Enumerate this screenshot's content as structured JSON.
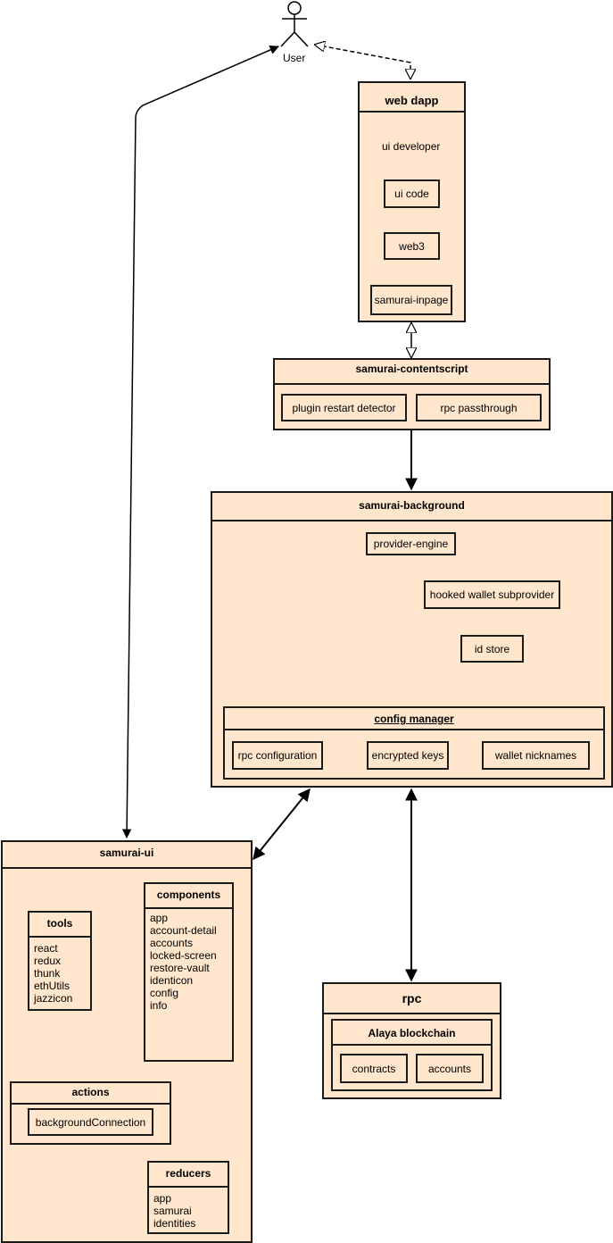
{
  "user": {
    "label": "User"
  },
  "web_dapp": {
    "title": "web dapp",
    "ui_developer": "ui developer",
    "items": [
      "ui code",
      "web3",
      "samurai-inpage"
    ]
  },
  "contentscript": {
    "title": "samurai-contentscript",
    "items": [
      "plugin restart detector",
      "rpc passthrough"
    ]
  },
  "background": {
    "title": "samurai-background",
    "provider_engine": "provider-engine",
    "hooked_wallet": "hooked wallet subprovider",
    "id_store": "id store",
    "config_manager": {
      "title": "config manager",
      "items": [
        "rpc configuration",
        "encrypted keys",
        "wallet nicknames"
      ]
    }
  },
  "samurai_ui": {
    "title": "samurai-ui",
    "tools": {
      "title": "tools",
      "items": [
        "react",
        "redux",
        "thunk",
        "ethUtils",
        "jazzicon"
      ]
    },
    "components": {
      "title": "components",
      "items": [
        "app",
        "account-detail",
        "accounts",
        "locked-screen",
        "restore-vault",
        "identicon",
        "config",
        "info"
      ]
    },
    "actions": {
      "title": "actions",
      "items": [
        "backgroundConnection"
      ]
    },
    "reducers": {
      "title": "reducers",
      "items": [
        "app",
        "samurai",
        "identities"
      ]
    }
  },
  "rpc": {
    "title": "rpc",
    "blockchain": {
      "title": "Alaya blockchain",
      "items": [
        "contracts",
        "accounts"
      ]
    }
  }
}
